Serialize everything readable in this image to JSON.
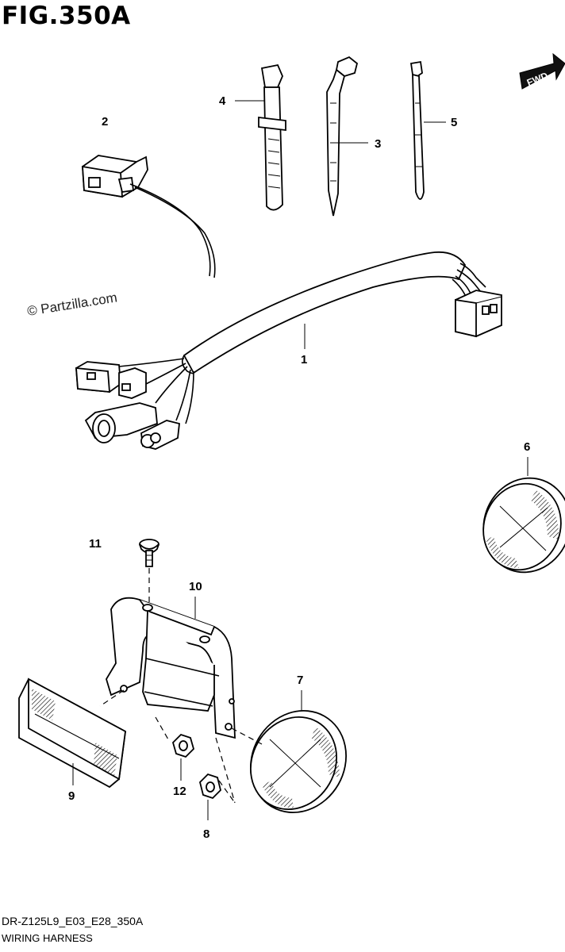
{
  "figure": {
    "title": "FIG.350A",
    "code": "DR-Z125L9_E03_E28_350A",
    "name": "WIRING HARNESS"
  },
  "watermark": "© Partzilla.com",
  "fwd_label": "FWD",
  "callouts": {
    "p1": "1",
    "p2": "2",
    "p3": "3",
    "p4": "4",
    "p5": "5",
    "p6": "6",
    "p7": "7",
    "p8": "8",
    "p9": "9",
    "p10": "10",
    "p11": "11",
    "p12": "12"
  },
  "parts": [
    {
      "number": "1",
      "part": "wiring-harness"
    },
    {
      "number": "2",
      "part": "switch"
    },
    {
      "number": "3",
      "part": "cable-clamp"
    },
    {
      "number": "4",
      "part": "cable-tie"
    },
    {
      "number": "5",
      "part": "cable-tie"
    },
    {
      "number": "6",
      "part": "round-reflector"
    },
    {
      "number": "7",
      "part": "round-reflector"
    },
    {
      "number": "8",
      "part": "nut"
    },
    {
      "number": "9",
      "part": "rectangular-reflector"
    },
    {
      "number": "10",
      "part": "reflector-bracket"
    },
    {
      "number": "11",
      "part": "screw"
    },
    {
      "number": "12",
      "part": "nut"
    }
  ]
}
